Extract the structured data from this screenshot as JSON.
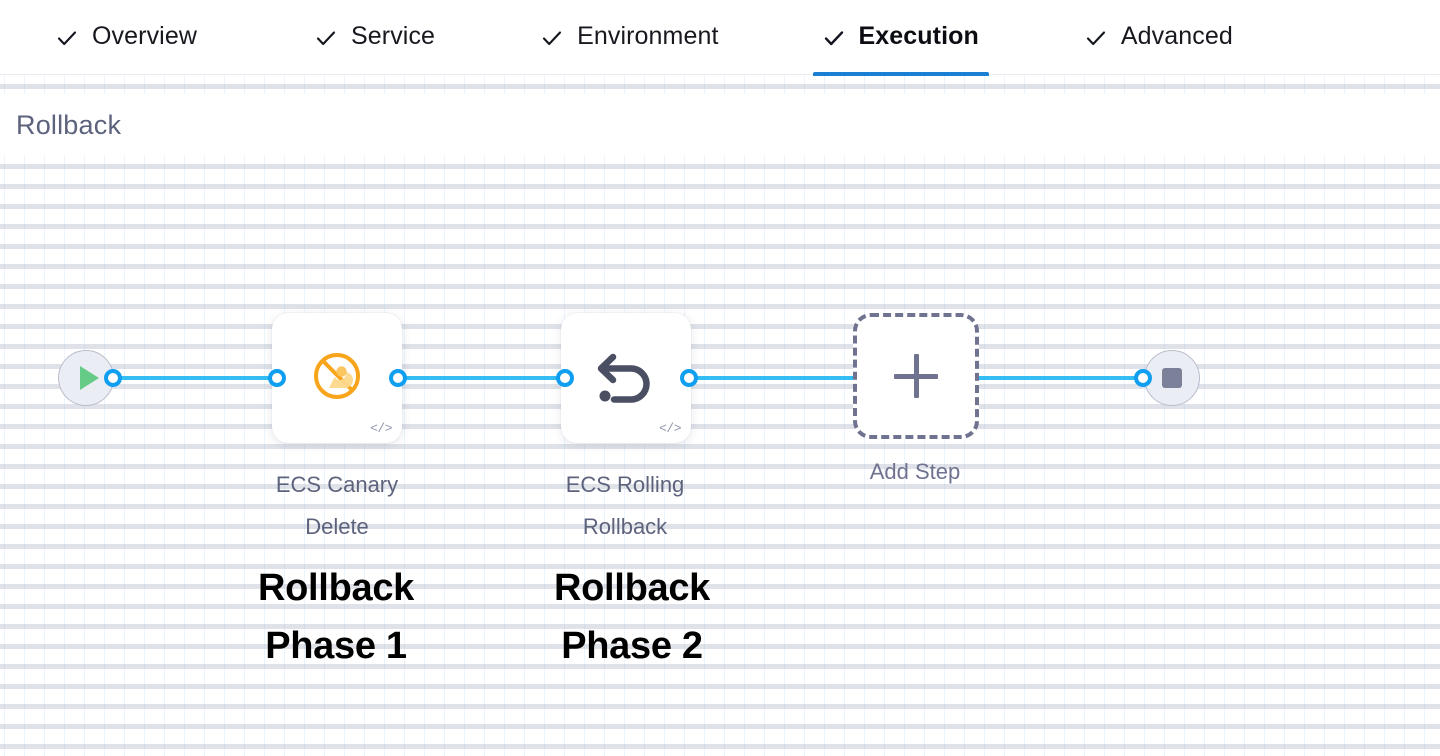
{
  "tabs": {
    "items": [
      {
        "label": "Overview",
        "icon": "check-icon",
        "active": false
      },
      {
        "label": "Service",
        "icon": "check-icon",
        "active": false
      },
      {
        "label": "Environment",
        "icon": "check-icon",
        "active": false
      },
      {
        "label": "Execution",
        "icon": "check-icon",
        "active": true
      },
      {
        "label": "Advanced",
        "icon": "check-icon",
        "active": false
      }
    ],
    "active_underline_color": "#1b7fd4"
  },
  "stage": {
    "title": "Rollback",
    "title_color": "#5d637d"
  },
  "flow": {
    "start_node": {
      "icon": "play-icon",
      "color": "#67cb88"
    },
    "end_node": {
      "icon": "stop-icon",
      "color": "#7c8098"
    },
    "connector_color": "#33bdf2",
    "port_color": "#0f9ef0",
    "steps": [
      {
        "caption_line1": "ECS Canary",
        "caption_line2": "Delete",
        "icon": "ecs-canary-delete-icon",
        "icon_color": "#f9a51b",
        "badge": "</>",
        "annotation_line1": "Rollback",
        "annotation_line2": "Phase 1"
      },
      {
        "caption_line1": "ECS Rolling",
        "caption_line2": "Rollback",
        "icon": "rollback-undo-icon",
        "icon_color": "#4a4f63",
        "badge": "</>",
        "annotation_line1": "Rollback",
        "annotation_line2": "Phase 2"
      }
    ],
    "add_step": {
      "label": "Add Step",
      "icon": "plus-icon"
    }
  }
}
